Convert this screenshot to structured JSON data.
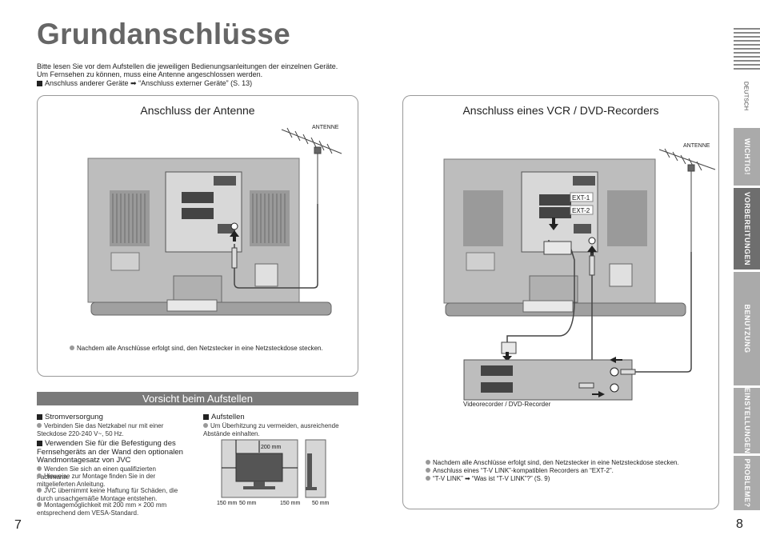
{
  "page": {
    "title": "Grundanschlüsse",
    "intro_line1": "Bitte lesen Sie vor dem Aufstellen die jeweiligen Bedienungsanleitungen der einzelnen Geräte.",
    "intro_line2": "Um Fernsehen zu können, muss eine Antenne angeschlossen werden.",
    "intro_line3": "Anschluss anderer Geräte ➡ “Anschluss externer Geräte” (S. 13)"
  },
  "antenna_panel": {
    "title": "Anschluss der Antenne",
    "antenna_label": "ANTENNE",
    "note": "Nachdem alle Anschlüsse erfolgt sind, den Netzstecker in eine Netzsteckdose stecken."
  },
  "vcr_panel": {
    "title": "Anschluss eines VCR / DVD-Recorders",
    "antenna_label": "ANTENNE",
    "ext1": "EXT-1",
    "ext2": "EXT-2",
    "recorder_label": "Videorecorder / DVD-Recorder",
    "notes": [
      "Nachdem alle Anschlüsse erfolgt sind, den Netzstecker in eine Netzsteckdose stecken.",
      "Anschluss eines “T-V LINK”-kompatiblen Recorders an “EXT-2”.",
      "“T-V LINK” ➡ “Was ist “T-V LINK”?” (S. 9)"
    ]
  },
  "caution": {
    "title": "Vorsicht beim Aufstellen",
    "power": {
      "heading": "Stromversorgung",
      "items": [
        "Verbinden Sie das Netzkabel nur mit einer Steckdose 220-240 V~, 50 Hz."
      ]
    },
    "mount": {
      "heading": "Verwenden Sie für die Befestigung des Fernsehgeräts an der Wand den optionalen Wandmontagesatz von JVC",
      "items": [
        "Wenden Sie sich an einen qualifizierten Fachmann.",
        "Hinweise zur Montage finden Sie in der mitgelieferten Anleitung.",
        "JVC übernimmt keine Haftung für Schäden, die durch unsachgemäße Montage entstehen.",
        "Montagemöglichkeit mit 200 mm × 200 mm entsprechend dem VESA-Standard."
      ]
    },
    "setup": {
      "heading": "Aufstellen",
      "items": [
        "Um Überhitzung zu vermeiden, ausreichende Abstände einhalten."
      ]
    },
    "dims": {
      "top": "200 mm",
      "left1": "150 mm",
      "left2": "50 mm",
      "right1": "150 mm",
      "right2": "50 mm"
    }
  },
  "sidebar": {
    "language": "DEUTSCH",
    "tabs": [
      {
        "label": "WICHTIG!",
        "active": false
      },
      {
        "label": "VORBEREITUNGEN",
        "active": true
      },
      {
        "label": "BENUTZUNG",
        "active": false
      },
      {
        "label": "EINSTELLUNGEN",
        "active": false
      },
      {
        "label": "PROBLEME?",
        "active": false
      }
    ]
  },
  "page_numbers": {
    "left": "7",
    "right": "8"
  },
  "colors": {
    "accent_gray": "#7a7a7a",
    "tab_gray": "#aaaaaa",
    "tab_active": "#6e6e6e"
  }
}
